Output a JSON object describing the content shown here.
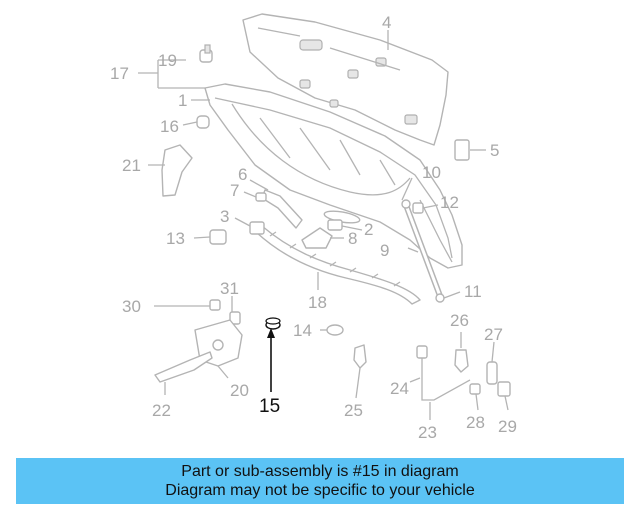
{
  "callouts": [
    {
      "id": "1",
      "text": "1"
    },
    {
      "id": "2",
      "text": "2"
    },
    {
      "id": "3",
      "text": "3"
    },
    {
      "id": "4",
      "text": "4"
    },
    {
      "id": "5",
      "text": "5"
    },
    {
      "id": "6",
      "text": "6"
    },
    {
      "id": "7",
      "text": "7"
    },
    {
      "id": "8",
      "text": "8"
    },
    {
      "id": "9",
      "text": "9"
    },
    {
      "id": "10",
      "text": "10"
    },
    {
      "id": "11",
      "text": "11"
    },
    {
      "id": "12",
      "text": "12"
    },
    {
      "id": "13",
      "text": "13"
    },
    {
      "id": "14",
      "text": "14"
    },
    {
      "id": "15",
      "text": "15"
    },
    {
      "id": "16",
      "text": "16"
    },
    {
      "id": "17",
      "text": "17"
    },
    {
      "id": "18",
      "text": "18"
    },
    {
      "id": "19",
      "text": "19"
    },
    {
      "id": "20",
      "text": "20"
    },
    {
      "id": "21",
      "text": "21"
    },
    {
      "id": "22",
      "text": "22"
    },
    {
      "id": "23",
      "text": "23"
    },
    {
      "id": "24",
      "text": "24"
    },
    {
      "id": "25",
      "text": "25"
    },
    {
      "id": "26",
      "text": "26"
    },
    {
      "id": "27",
      "text": "27"
    },
    {
      "id": "28",
      "text": "28"
    },
    {
      "id": "29",
      "text": "29"
    },
    {
      "id": "30",
      "text": "30"
    },
    {
      "id": "31",
      "text": "31"
    }
  ],
  "highlighted_part": "15",
  "banner": {
    "line1": "Part or sub-assembly is #15 in diagram",
    "line2": "Diagram may not be specific to your vehicle"
  },
  "colors": {
    "banner": "#5bc3f5",
    "highlight": "#111111",
    "muted": "#a8a8a8"
  }
}
